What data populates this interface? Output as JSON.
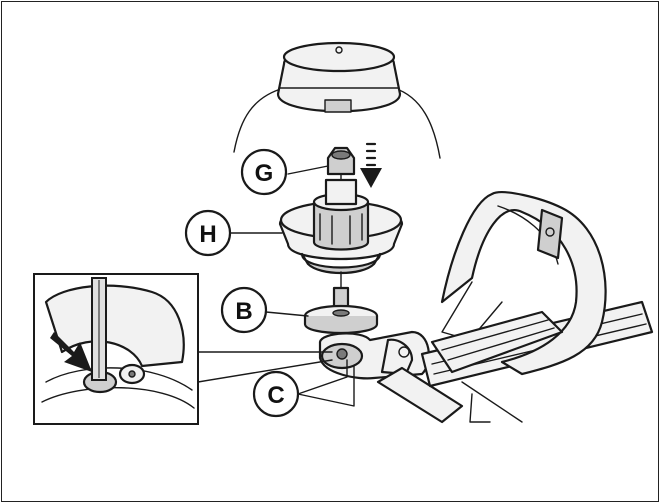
{
  "callouts": {
    "g": "G",
    "h": "H",
    "b": "B",
    "c": "C"
  },
  "colors": {
    "line": "#1a1a1a",
    "paper": "#ffffff",
    "shade": "#cfcfcf"
  },
  "icons": [
    "hex-key-icon",
    "arrow-down-icon",
    "dashed-arrow-down-icon"
  ]
}
